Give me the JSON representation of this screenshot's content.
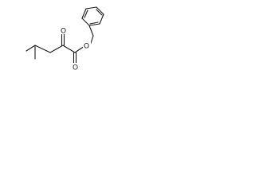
{
  "diagram": {
    "type": "skeletal-structure",
    "atoms": [
      {
        "id": "o_ketone",
        "element": "O",
        "label": "O"
      },
      {
        "id": "o_carbonyl",
        "element": "O",
        "label": "O"
      },
      {
        "id": "o_ester",
        "element": "O",
        "label": "O"
      }
    ],
    "colors": {
      "bond": "#1a1a1a",
      "label": "#1a1a1a",
      "background": "#ffffff"
    }
  }
}
